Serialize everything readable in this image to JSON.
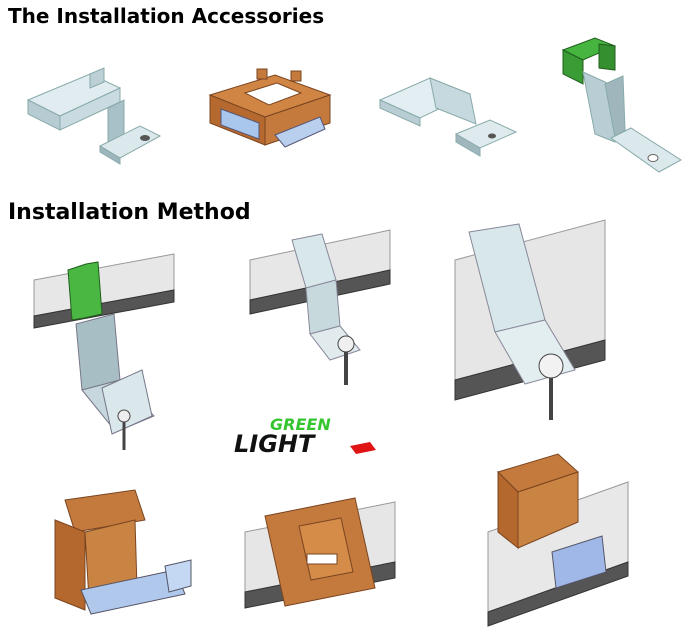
{
  "sections": {
    "accessories_title": "The Installation Accessories",
    "method_title": "Installation Method"
  },
  "logo": {
    "text_top": "GREEN",
    "text_bottom": "LIGHT",
    "colors": {
      "green": "#35c62f",
      "black": "#111111",
      "red": "#e01414"
    }
  },
  "colors": {
    "metal_light": "#d6e6ea",
    "metal_mid": "#aac3ca",
    "metal_dark": "#7f9aa2",
    "clip_green": "#3fae3a",
    "clip_green_dark": "#2d7f2a",
    "bracket_orange": "#c57a3d",
    "bracket_orange_dark": "#8f5426",
    "blue_plate": "#9fb8e8",
    "rail_top": "#e6e6e6",
    "rail_front": "#bdbdbd",
    "rail_bottom": "#555555"
  }
}
